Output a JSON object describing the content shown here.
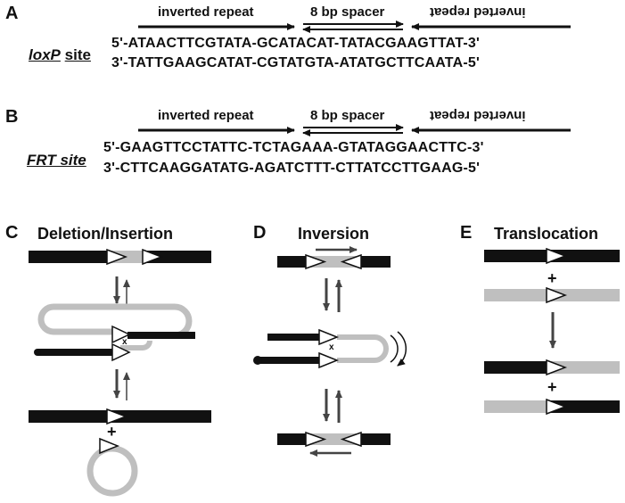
{
  "panels": {
    "a": {
      "letter": "A",
      "header_left": "inverted repeat",
      "header_mid": "8 bp spacer",
      "header_right": "inverted repeat",
      "site_name": "loxP",
      "site_word": "site",
      "seq_top": "5'-ATAACTTCGTATA-GCATACAT-TATACGAAGTTAT-3'",
      "seq_bottom": "3'-TATTGAAGCATAT-CGTATGTA-ATATGCTTCAATA-5'"
    },
    "b": {
      "letter": "B",
      "header_left": "inverted repeat",
      "header_mid": "8 bp spacer",
      "header_right": "inverted repeat",
      "site_name": "FRT site",
      "seq_top": "5'-GAAGTTCCTATTC-TCTAGAAA-GTATAGGAACTTC-3'",
      "seq_bottom": "3'-CTTCAAGGATATG-AGATCTTT-CTTATCCTTGAAG-5'"
    },
    "c": {
      "letter": "C",
      "title": "Deletion/Insertion",
      "x_mark": "x",
      "plus": "+"
    },
    "d": {
      "letter": "D",
      "title": "Inversion",
      "x_mark": "x"
    },
    "e": {
      "letter": "E",
      "title": "Translocation",
      "plus1": "+",
      "plus2": "+"
    }
  },
  "colors": {
    "black_dna": "#111111",
    "grey_dna": "#bfbfbf",
    "arrow": "#444444"
  }
}
